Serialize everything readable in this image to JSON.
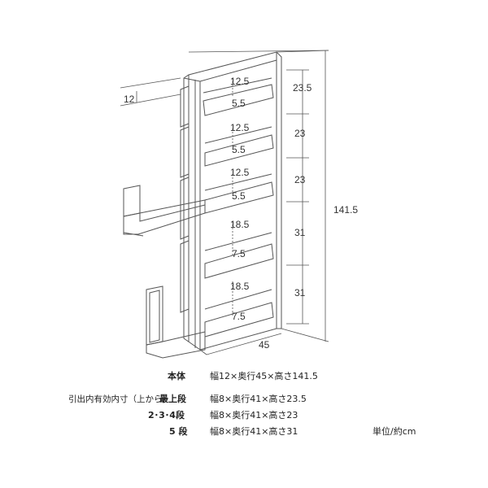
{
  "dimensions": {
    "depth_small": "12",
    "shelf1_inner": "12.5",
    "shelf1_lower": "5.5",
    "shelf2_inner": "12.5",
    "shelf2_lower": "5.5",
    "shelf3_inner": "12.5",
    "shelf3_lower": "5.5",
    "shelf4_inner": "18.5",
    "shelf4_lower": "7.5",
    "shelf5_inner": "18.5",
    "shelf5_lower": "7.5",
    "tier1": "23.5",
    "tier2": "23",
    "tier3": "23",
    "tier4": "31",
    "tier5": "31",
    "total_height": "141.5",
    "depth": "45"
  },
  "specs": {
    "body_label": "本体",
    "body_value": "幅12×奥行45×高さ141.5",
    "inner_caption": "引出内有効内寸（上から）",
    "top_label": "最上段",
    "top_value": "幅8×奥行41×高さ23.5",
    "mid_label": "2･3･4段",
    "mid_value": "幅8×奥行41×高さ23",
    "bottom_label": "5 段",
    "bottom_value": "幅8×奥行41×高さ31",
    "unit": "単位/約cm"
  }
}
